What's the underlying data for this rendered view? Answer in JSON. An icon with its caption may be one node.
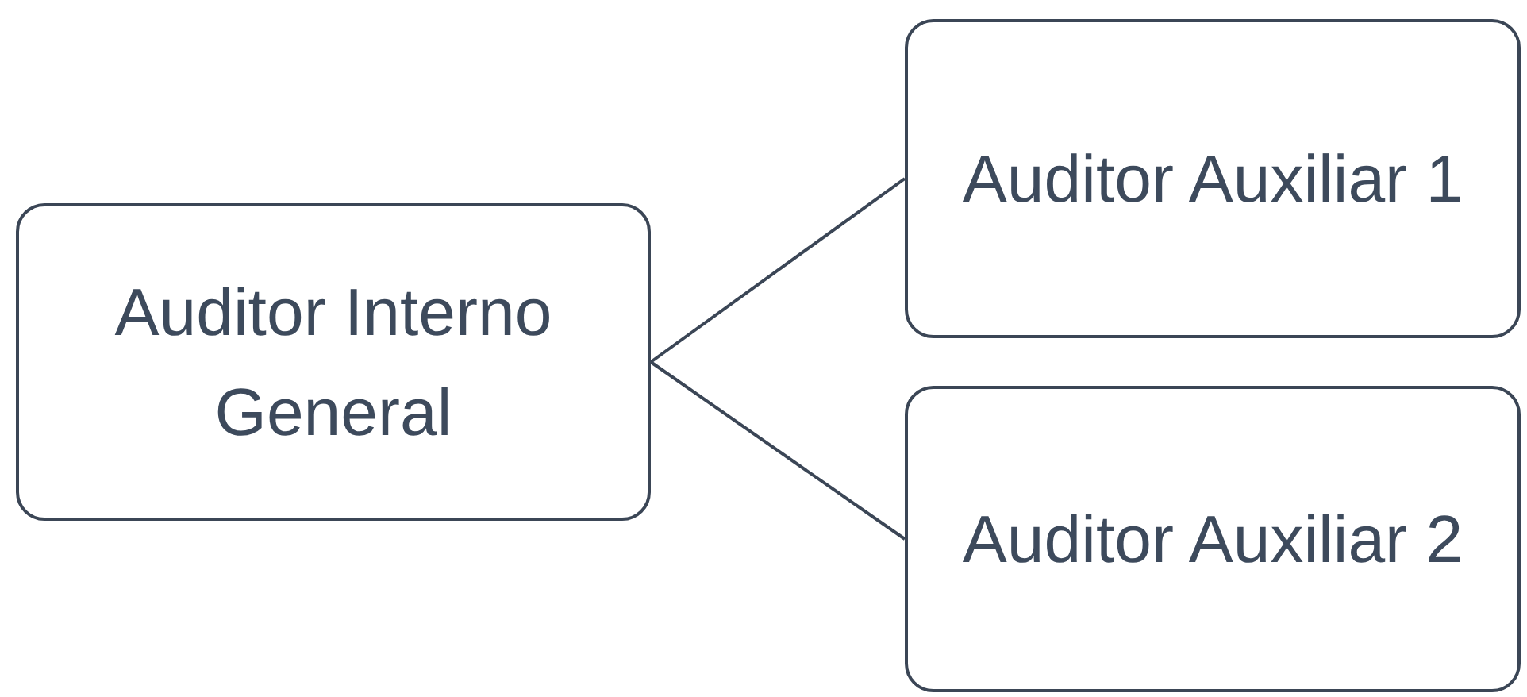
{
  "diagram": {
    "nodes": [
      {
        "text": [
          "Auditor Interno General"
        ]
      },
      {
        "text": [
          "Auditor Auxiliar 1"
        ]
      },
      {
        "text": [
          "Auditor Auxiliar 2"
        ]
      }
    ],
    "edges": [
      {
        "from": 0,
        "to": 1,
        "arrow": "none"
      },
      {
        "from": 0,
        "to": 2,
        "arrow": "none"
      }
    ]
  }
}
